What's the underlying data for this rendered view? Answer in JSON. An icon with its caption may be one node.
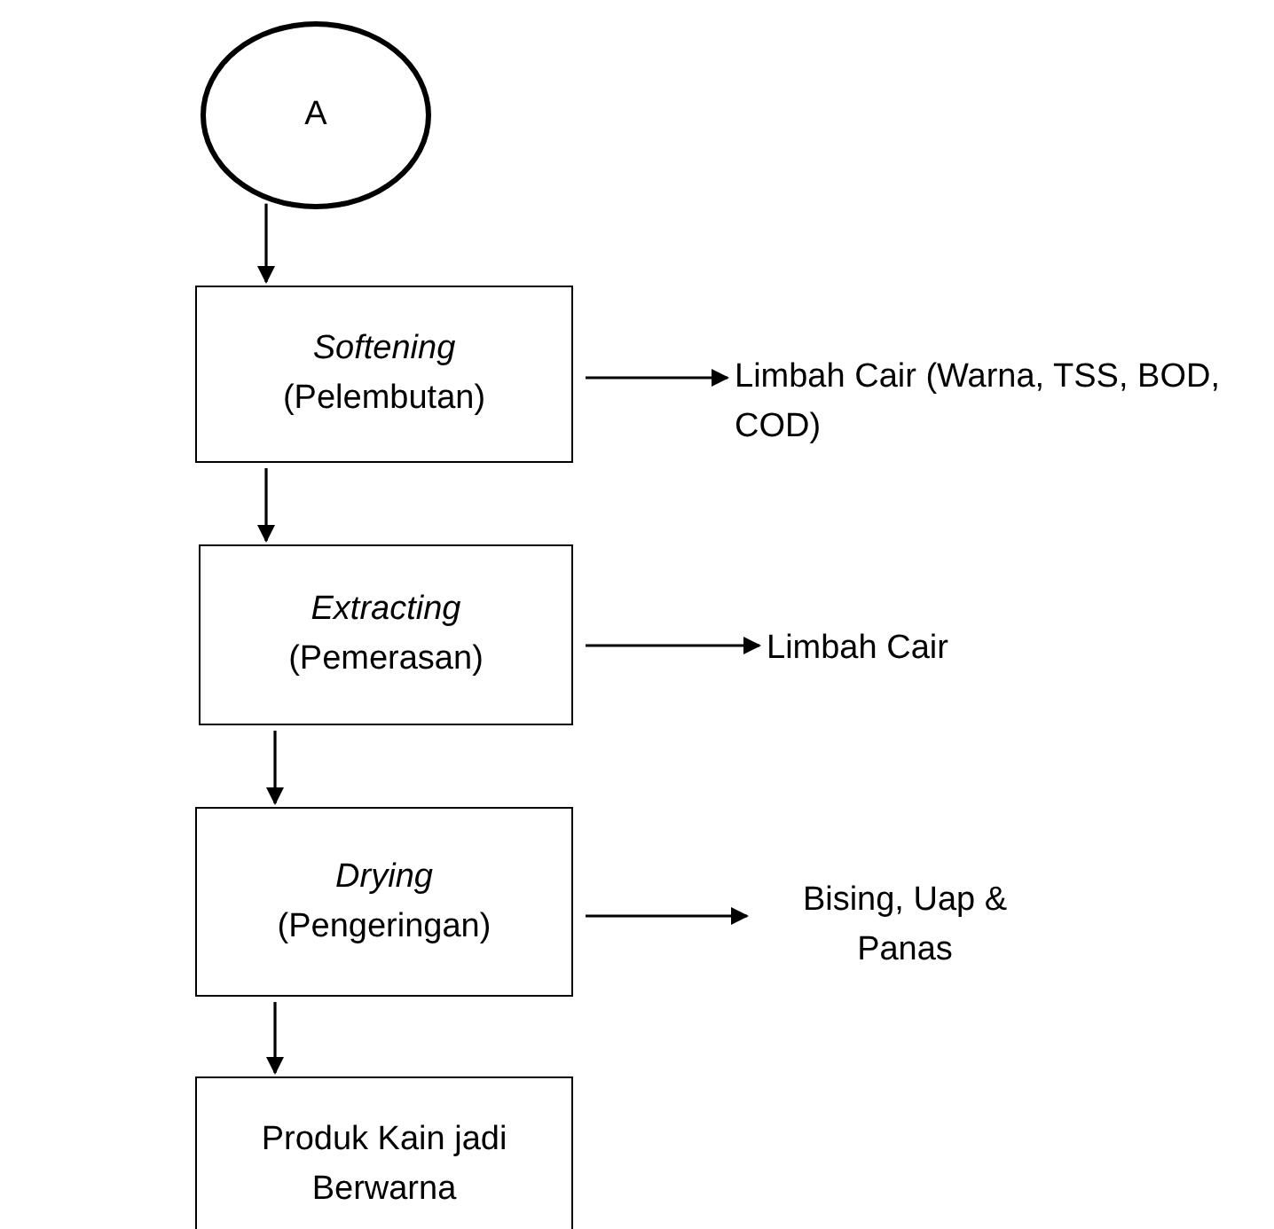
{
  "diagram": {
    "nodes": [
      {
        "text": [
          "A"
        ]
      },
      {
        "text": [
          "Softening",
          "(Pelembutan)"
        ]
      },
      {
        "text": [
          "Limbah Cair (Warna, TSS, BOD, COD)"
        ]
      },
      {
        "text": [
          "Extracting",
          "(Pemerasan)"
        ]
      },
      {
        "text": [
          "Limbah Cair"
        ]
      },
      {
        "text": [
          "Drying",
          "(Pengeringan)"
        ]
      },
      {
        "text": [
          "Bising, Uap & Panas"
        ]
      },
      {
        "text": [
          "Produk Kain jadi Berwarna"
        ]
      }
    ],
    "edges": [
      {
        "from": 0,
        "to": 1,
        "arrow": "to"
      },
      {
        "from": 1,
        "to": 2,
        "arrow": "to"
      },
      {
        "from": 1,
        "to": 3,
        "arrow": "to"
      },
      {
        "from": 3,
        "to": 4,
        "arrow": "to"
      },
      {
        "from": 3,
        "to": 5,
        "arrow": "to"
      },
      {
        "from": 5,
        "to": 6,
        "arrow": "to"
      },
      {
        "from": 5,
        "to": 7,
        "arrow": "to"
      }
    ]
  }
}
